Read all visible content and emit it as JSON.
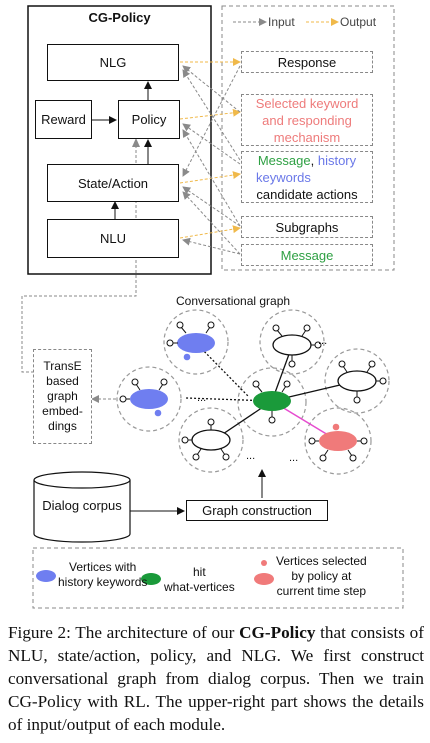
{
  "cg_policy": {
    "title": "CG-Policy",
    "nlg": "NLG",
    "policy": "Policy",
    "reward": "Reward",
    "state_action": "State/Action",
    "nlu": "NLU"
  },
  "io_legend": {
    "input": "Input",
    "output": "Output"
  },
  "io_boxes": {
    "response": "Response",
    "selected_keyword_line1": "Selected keyword",
    "selected_keyword_line2": "and responding",
    "selected_keyword_line3": "mechanism",
    "message_green": "Message",
    "comma": ",",
    "history_line1": "history",
    "history_line2": "keywords",
    "candidate_actions": "candidate actions",
    "subgraphs": "Subgraphs",
    "message2": "Message"
  },
  "graph": {
    "label": "Conversational graph",
    "transe_lines": [
      "TransE",
      "based",
      "graph",
      "embed-",
      "dings"
    ],
    "dialog_corpus": "Dialog corpus",
    "graph_construction": "Graph construction",
    "ellipsis": "..."
  },
  "legend": {
    "blue_line1": "Vertices with",
    "blue_line2": "history keywords",
    "green_line1": "hit",
    "green_line2": "what-vertices",
    "red_line1": "Vertices selected",
    "red_line2": "by policy at",
    "red_line3": "current time step"
  },
  "caption": {
    "prefix": "Figure 2:",
    "text1": " The architecture of our ",
    "bold": "CG-Policy",
    "text2": " that consists of NLU, state/action, policy, and NLG. We first construct conversational graph from dialog corpus. Then we train CG-Policy with RL. The upper-right part shows the details of input/output of each module."
  },
  "colors": {
    "blue": "#6f7ef0",
    "green": "#1a9a3a",
    "red": "#f07a7a",
    "salmon_text": "#ee7b7b",
    "blue_text": "#6a78e8",
    "green_text": "#2ea043",
    "input_arrow": "#9a9a9a",
    "output_arrow": "#f2c46a"
  }
}
